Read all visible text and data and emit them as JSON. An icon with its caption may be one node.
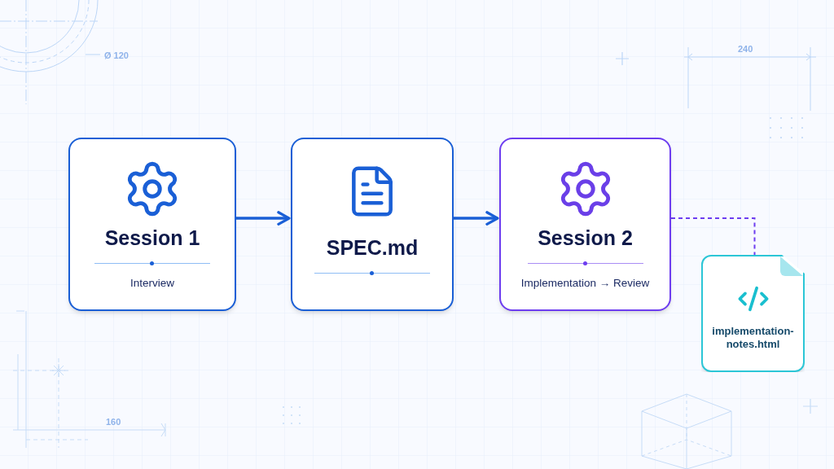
{
  "diagram": {
    "nodes": [
      {
        "text": [
          "Session 1",
          "Interview"
        ]
      },
      {
        "text": [
          "SPEC.md"
        ]
      },
      {
        "text": [
          "Session 2",
          "Implementation → Review"
        ]
      },
      {
        "text": [
          "implementation-notes.html"
        ]
      }
    ],
    "edges": [
      {
        "from": 0,
        "to": 1,
        "arrow": "to"
      },
      {
        "from": 1,
        "to": 2,
        "arrow": "to"
      },
      {
        "from": 2,
        "to": 3,
        "arrow": "none",
        "style": "dashed",
        "color": "#6d3df0"
      }
    ],
    "labels": [
      "Ø 120",
      "240",
      "160"
    ]
  }
}
